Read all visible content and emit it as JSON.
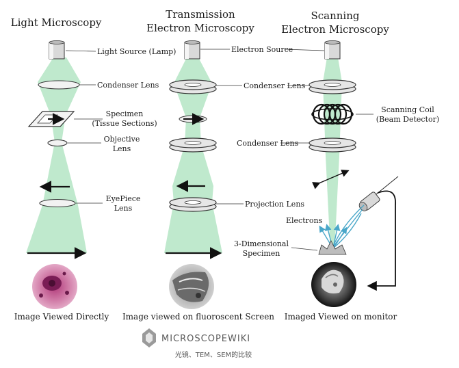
{
  "columns": {
    "light": {
      "title": "Light Microscopy",
      "caption": "Image Viewed Directly",
      "labels": {
        "source": "Light Source (Lamp)",
        "condenser": "Condenser Lens",
        "specimen_1": "Specimen",
        "specimen_2": "(Tissue Sections)",
        "objective_1": "Objective",
        "objective_2": "Lens",
        "eyepiece_1": "EyePiece",
        "eyepiece_2": "Lens"
      }
    },
    "tem": {
      "title_1": "Transmission",
      "title_2": "Electron Microscopy",
      "caption": "Image viewed on fluoroscent Screen",
      "labels": {
        "source": "Electron Source",
        "condenser": "Condenser Lens",
        "projection": "Projection Lens"
      }
    },
    "sem": {
      "title_1": "Scanning",
      "title_2": "Electron Microscopy",
      "caption": "Imaged Viewed on monitor",
      "labels": {
        "scan_coil_1": "Scanning Coil",
        "scan_coil_2": "(Beam Detector)",
        "condenser": "Condenser Lens",
        "electrons": "Electrons",
        "specimen_1": "3-Dimensional",
        "specimen_2": "Specimen"
      }
    }
  },
  "brand": "MICROSCOPEWIKI",
  "footer": "光镜、TEM、SEM的比较",
  "colors": {
    "beam": "#bfe9cd",
    "electrons": "#4aa7c9"
  }
}
